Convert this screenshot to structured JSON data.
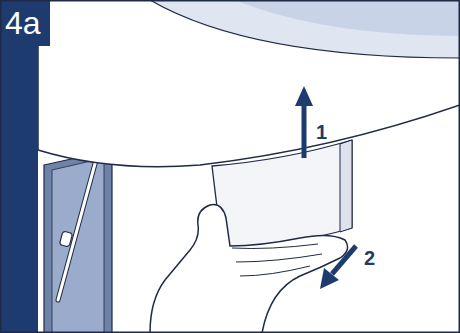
{
  "diagram": {
    "labels": [
      "4a",
      "1",
      "2"
    ]
  }
}
